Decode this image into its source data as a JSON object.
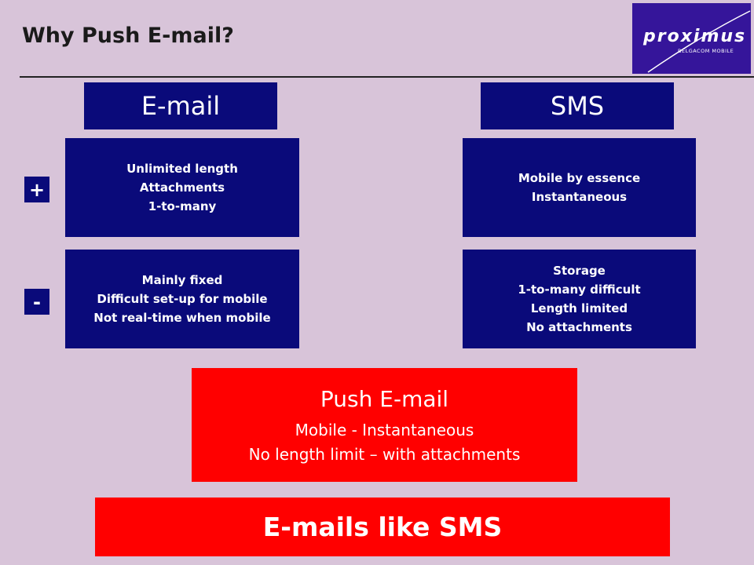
{
  "slide": {
    "title": "Why Push E-mail?",
    "logo": {
      "word": "proximus",
      "subtitle": "BELGACOM MOBILE"
    },
    "columns": {
      "email_header": "E-mail",
      "sms_header": "SMS"
    },
    "signs": {
      "plus": "+",
      "minus": "-"
    },
    "email_pros": [
      "Unlimited length",
      "Attachments",
      "1-to-many"
    ],
    "email_cons": [
      "Mainly fixed",
      "Difficult set-up for mobile",
      "Not real-time when mobile"
    ],
    "sms_pros": [
      "Mobile by essence",
      "Instantaneous"
    ],
    "sms_cons": [
      "Storage",
      "1-to-many difficult",
      "Length limited",
      "No attachments"
    ],
    "push": {
      "title": "Push E-mail",
      "line1": "Mobile - Instantaneous",
      "line2": "No length limit – with attachments"
    },
    "banner": "E-mails like SMS"
  },
  "colors": {
    "background": "#d8c4d9",
    "box_blue": "#0a0a7a",
    "highlight_red": "#ff0000",
    "logo_purple": "#35159a"
  }
}
